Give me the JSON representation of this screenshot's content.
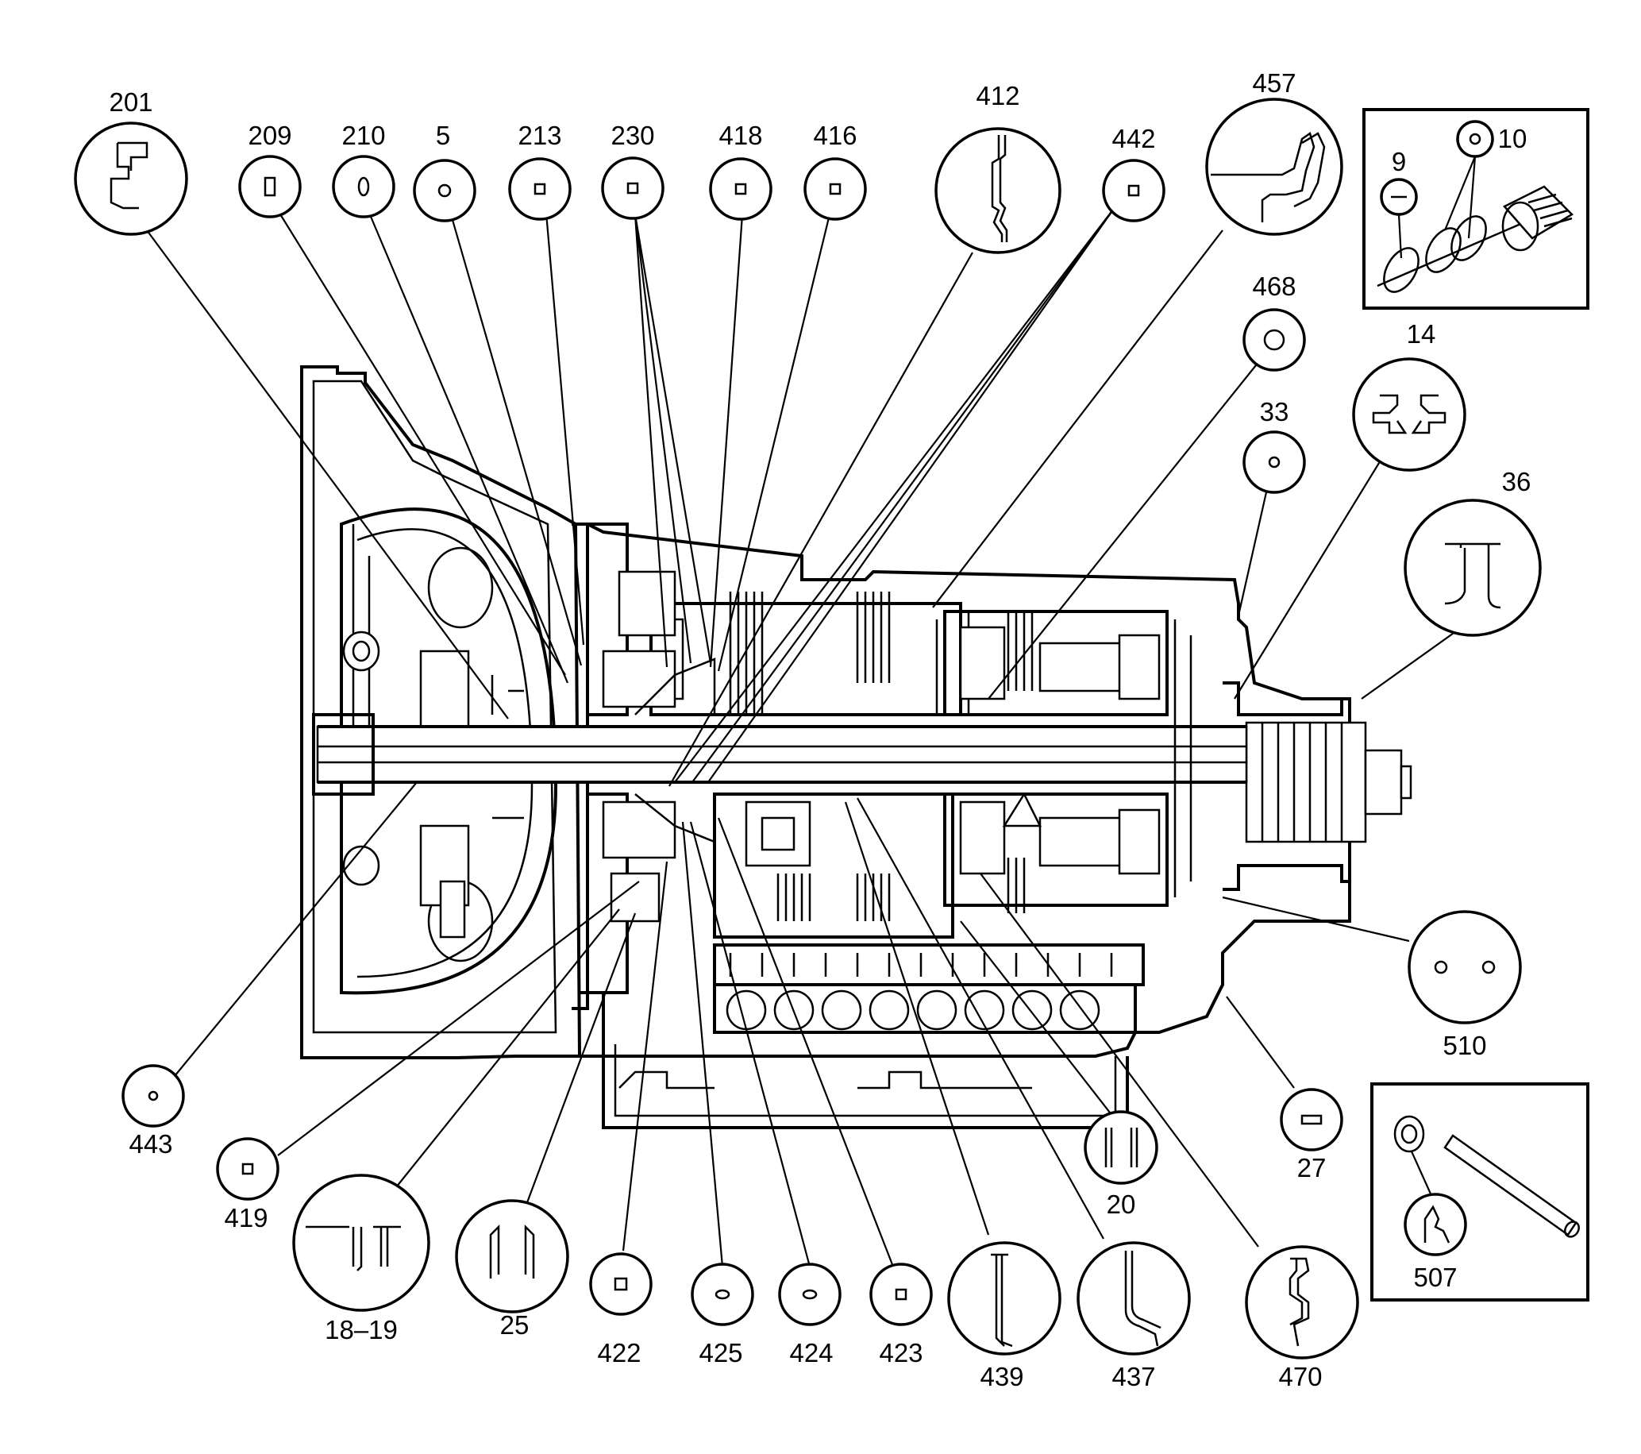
{
  "callouts": {
    "c201": "201",
    "c209": "209",
    "c210": "210",
    "c5": "5",
    "c213": "213",
    "c230": "230",
    "c418": "418",
    "c416": "416",
    "c412": "412",
    "c442": "442",
    "c457": "457",
    "c9": "9",
    "c10": "10",
    "c468": "468",
    "c33": "33",
    "c14": "14",
    "c36": "36",
    "c510": "510",
    "c27": "27",
    "c507": "507",
    "c443": "443",
    "c419": "419",
    "c18_19": "18–19",
    "c25": "25",
    "c422": "422",
    "c425": "425",
    "c424": "424",
    "c423": "423",
    "c439": "439",
    "c437": "437",
    "c470": "470",
    "c20": "20"
  }
}
